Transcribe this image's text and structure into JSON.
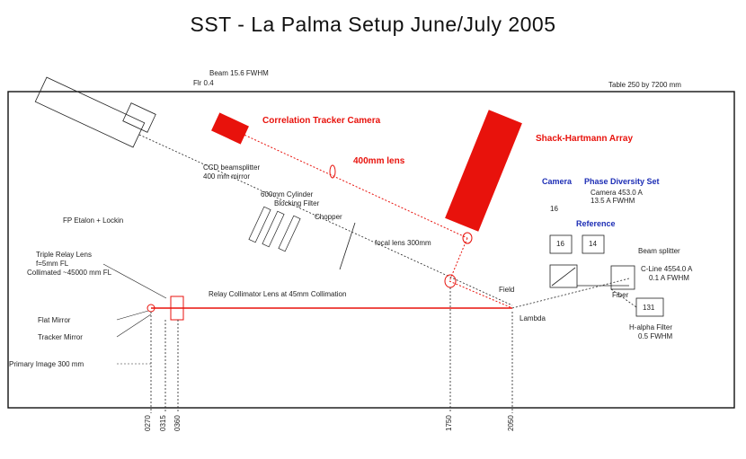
{
  "title": "SST -  La Palma Setup  June/July 2005",
  "table_size": "Table  250 by 7200 mm",
  "labels": {
    "correlation_tracker": "Correlation Tracker Camera",
    "shack_hartmann": "Shack-Hartmann Array",
    "lens_400": "400mm lens",
    "corr_top_1": "Beam  15.6 FWHM",
    "corr_top_2": "Flr 0.4",
    "beamsplitter_1": "CCD beamsplitter",
    "beamsplitter_2": "400 mm mirror",
    "cylinder_1": "600mm Cylinder",
    "cylinder_2": "Blocking Filter",
    "chopper": "Chopper",
    "etalon": "FP Etalon + Lockin",
    "focal": "focal lens 300mm",
    "triple_1": "Triple Relay Lens",
    "triple_2": "f=5mm FL",
    "triple_3": "Collimated ~45000 mm FL",
    "flat_mirror": "Flat Mirror",
    "tracker_mirror": "Tracker Mirror",
    "primary_image": "Primary Image 300 mm",
    "relay": "Relay Collimator Lens at 45mm Collimation",
    "field": "Field",
    "camera": "Camera",
    "phase_diversity": "Phase Diversity Set",
    "pd_1": "Camera 453.0 A",
    "pd_2": "13.5 A FWHM",
    "reference": "Reference",
    "val_16": "16",
    "val_14": "14",
    "val_131": "131",
    "beam_splitter": "Beam splitter",
    "cline_1": "C-Line 4554.0 A",
    "cline_2": "0.1 A FWHM",
    "fiber": "Fiber",
    "fiber_cam_1": "H-alpha Filter",
    "fiber_cam_2": "0.5 FWHM",
    "lambda": "Lambda"
  },
  "axis_ticks": [
    "0270",
    "0315",
    "0360",
    "1750",
    "2050"
  ]
}
